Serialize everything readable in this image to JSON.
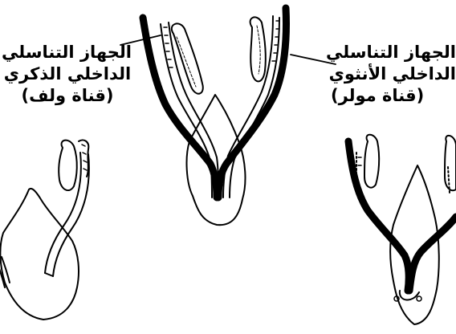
{
  "labels": {
    "male": {
      "line1": "الجهاز التناسلي",
      "line2": "الداخلي الذكري",
      "line3": "(قناة ولف)"
    },
    "female": {
      "line1": "الجهاز التناسلي",
      "line2": "الداخلي الأنثوي",
      "line3": "(قناة مولر)"
    }
  },
  "colors": {
    "ink": "#000000",
    "paper": "#ffffff"
  }
}
